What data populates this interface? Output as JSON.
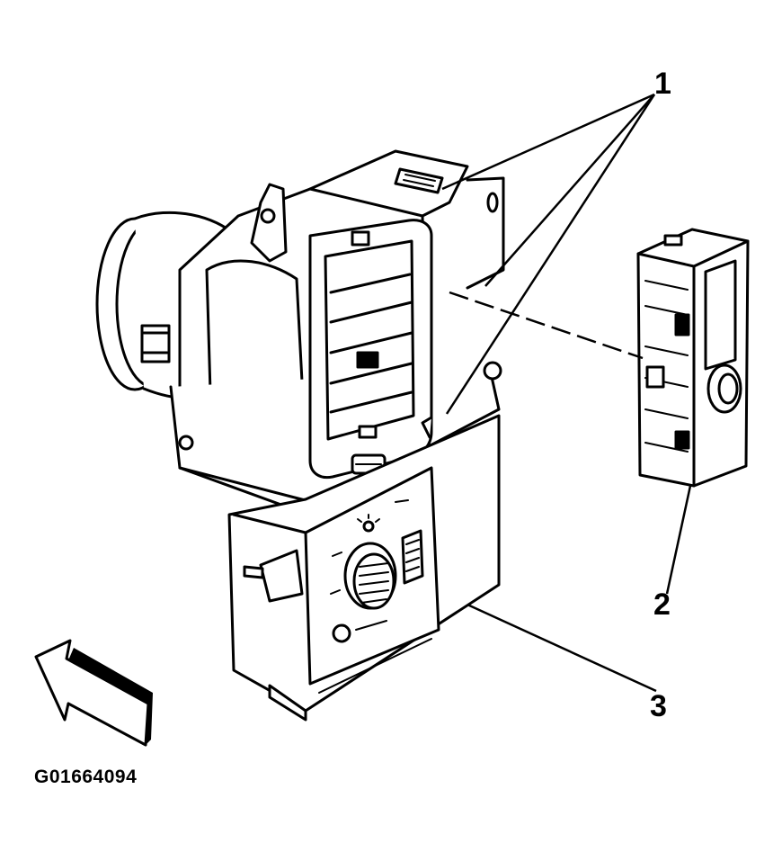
{
  "callouts": {
    "one": "1",
    "two": "2",
    "three": "3"
  },
  "figure_id": "G01664094",
  "parts": {
    "vent_housing": "air-vent-assembly",
    "switch_module": "remote-switch-module",
    "headlamp_switch": "headlamp-switch-panel",
    "direction_arrow": "forward-arrow"
  },
  "colors": {
    "line": "#000000",
    "fill": "#ffffff",
    "shade": "#bdbdbd"
  }
}
